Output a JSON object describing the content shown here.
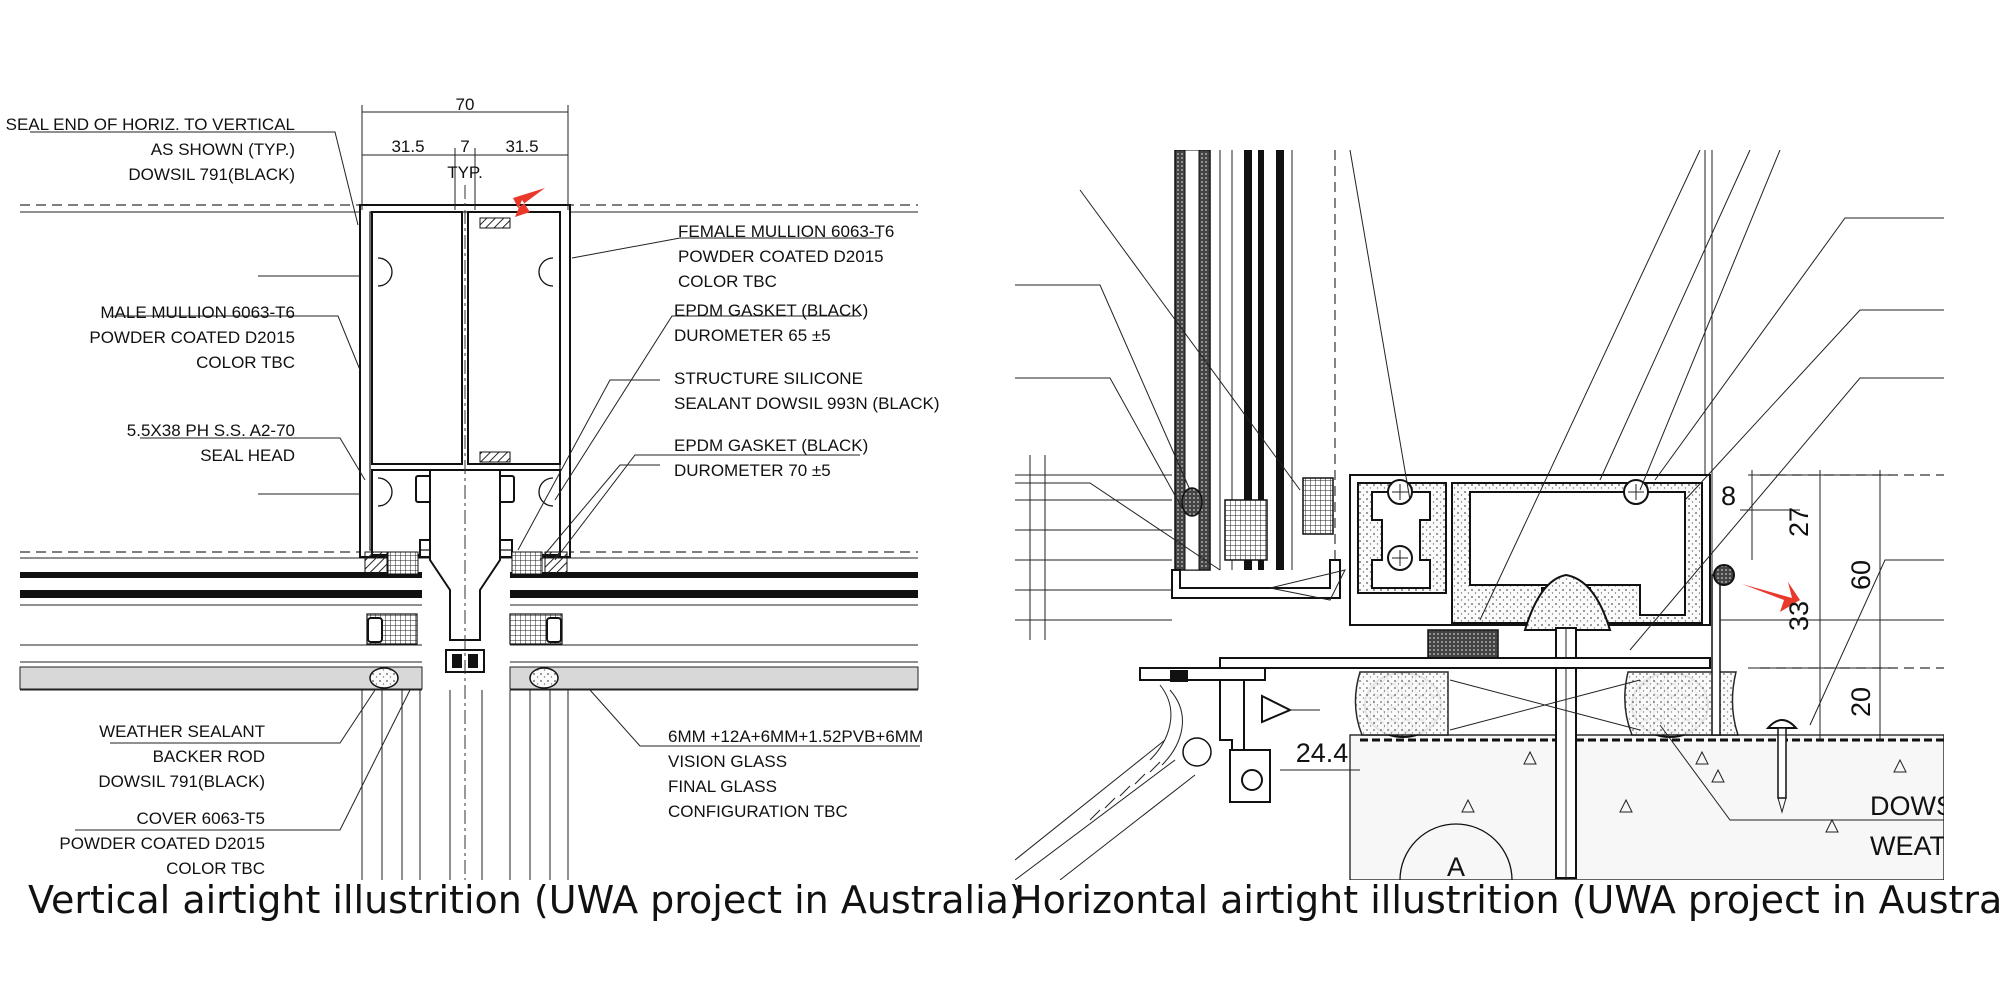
{
  "left_panel": {
    "caption": "Vertical airtight illustrition (UWA project in Australia)",
    "dimensions": {
      "overall": "70",
      "left": "31.5",
      "center": "7",
      "right": "31.5",
      "center_note": "TYP."
    },
    "labels": {
      "seal_end": [
        "SEAL END OF HORIZ. TO VERTICAL",
        "AS SHOWN (TYP.)",
        "DOWSIL 791(BLACK)"
      ],
      "male_mullion": [
        "MALE MULLION 6063-T6",
        "POWDER COATED D2015",
        "COLOR TBC"
      ],
      "screw": [
        "5.5X38 PH S.S. A2-70",
        "SEAL HEAD"
      ],
      "weather_sealant": [
        "WEATHER SEALANT",
        "BACKER ROD",
        "DOWSIL 791(BLACK)"
      ],
      "cover": [
        "COVER 6063-T5",
        "POWDER COATED D2015",
        "COLOR TBC"
      ],
      "female_mullion": [
        "FEMALE MULLION 6063-T6",
        "POWDER COATED D2015",
        "COLOR TBC"
      ],
      "epdm_65": [
        "EPDM GASKET (BLACK)",
        "DUROMETER 65 ±5"
      ],
      "structure_silicone": [
        "STRUCTURE SILICONE",
        "SEALANT DOWSIL 993N (BLACK)"
      ],
      "epdm_70": [
        "EPDM GASKET (BLACK)",
        "DUROMETER 70 ±5"
      ],
      "glass": [
        "6MM +12A+6MM+1.52PVB+6MM",
        "VISION GLASS",
        "FINAL GLASS",
        "CONFIGURATION TBC"
      ]
    }
  },
  "right_panel": {
    "caption": "Horizontal airtight illustrition (UWA project in Australia)",
    "dimensions": {
      "d8": "8",
      "d27": "27",
      "d33": "33",
      "d60": "60",
      "d20": "20",
      "d24": "24.4"
    },
    "section_marker": "A",
    "cut_labels": [
      "DOWS",
      "WEAT"
    ]
  },
  "colors": {
    "arrow": "#e8392b",
    "line": "#111111"
  }
}
